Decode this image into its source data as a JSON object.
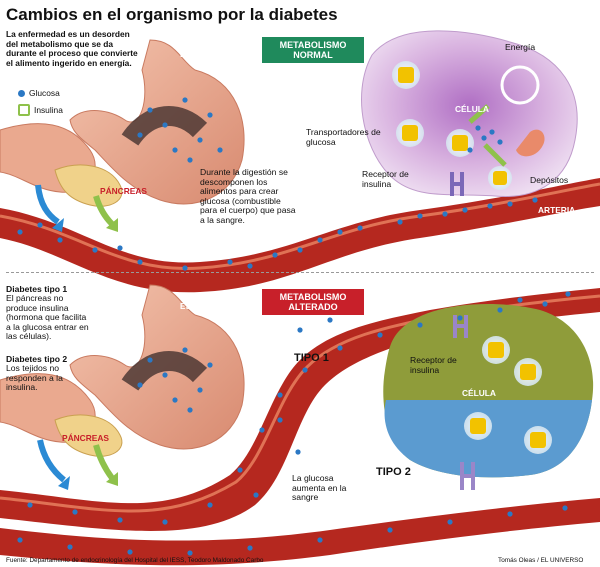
{
  "title": "Cambios en el organismo por la diabetes",
  "intro": "La enfermedad es un desorden del metabolismo que se da durante el proceso que convierte el alimento ingerido en energía.",
  "legend": {
    "glucose": "Glucosa",
    "insulin": "Insulina"
  },
  "normal": {
    "box": "METABOLISMO NORMAL",
    "stomach": "ESTÓMAGO",
    "pancreas": "PÁNCREAS",
    "artery": "ARTERIA",
    "cell": "CÉLULA",
    "energy": "Energía",
    "transporters": "Transportadores de glucosa",
    "receptor": "Receptor de insulina",
    "deposits": "Depósitos",
    "digestion": "Durante la digestión se descomponen los alimentos para crear glucosa (combustible para el cuerpo) que pasa a la sangre."
  },
  "altered": {
    "box": "METABOLISMO ALTERADO",
    "stomach": "ESTÓMAGO",
    "pancreas": "PÁNCREAS",
    "cell": "CÉLULA",
    "receptor": "Receptor de insulina",
    "type1": "TIPO 1",
    "type2": "TIPO 2",
    "glucose_rises": "La glucosa aumenta en la sangre",
    "d1_title": "Diabetes tipo 1",
    "d1_text": "El páncreas no produce insulina (hormona que facilita a la glucosa entrar en las células).",
    "d2_title": "Diabetes tipo 2",
    "d2_text": "Los tejidos no responden a la insulina."
  },
  "footer": {
    "source": "Fuente: Departamento de endocrinología del Hospital del IESS, Teodoro Maldonado Carbo",
    "credit": "Tomás Oleas / EL UNIVERSO"
  },
  "colors": {
    "artery": "#b5281f",
    "artery_light": "#d95a3f",
    "stomach": "#e9a58c",
    "glucose": "#2b78c4",
    "normal_box": "#1f8a5c",
    "altered_box": "#c8202a",
    "cell_normal": "#cfa7d6",
    "cell_top": "#8f9c3a",
    "cell_bottom": "#5b9bd0"
  }
}
